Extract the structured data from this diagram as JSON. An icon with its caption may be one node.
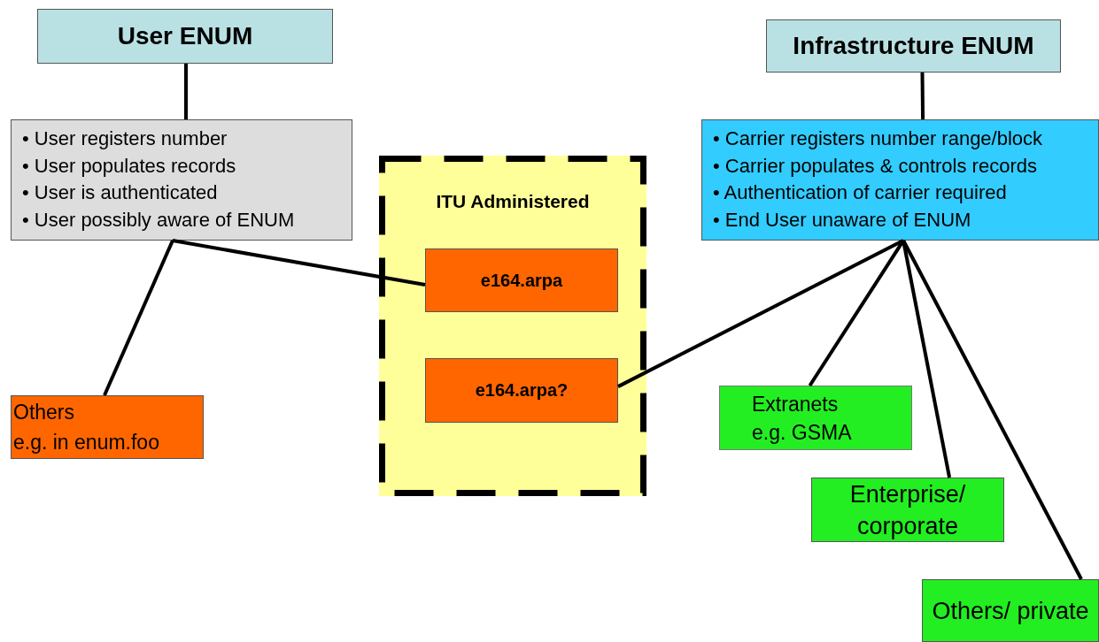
{
  "diagram": {
    "nodes": [
      {
        "text": [
          "User ENUM"
        ]
      },
      {
        "text": [
          "• User registers number",
          "• User populates records",
          "• User is authenticated",
          "• User possibly aware of ENUM"
        ]
      },
      {
        "text": [
          "ITU Administered"
        ]
      },
      {
        "text": [
          "e164.arpa"
        ],
        "in": 2
      },
      {
        "text": [
          "e164.arpa?"
        ],
        "in": 2
      },
      {
        "text": [
          "Others",
          "e.g. in enum.foo"
        ]
      },
      {
        "text": [
          "Infrastructure ENUM"
        ]
      },
      {
        "text": [
          "• Carrier registers number range/block",
          "• Carrier populates & controls records",
          "• Authentication of carrier required",
          "• End User unaware of ENUM"
        ]
      },
      {
        "text": [
          "Extranets",
          "e.g. GSMA"
        ]
      },
      {
        "text": [
          "Enterprise/ corporate"
        ]
      },
      {
        "text": [
          "Others/ private"
        ]
      }
    ],
    "edges": [
      {
        "from": 0,
        "to": 1,
        "arrow": "none"
      },
      {
        "from": 1,
        "to": 3,
        "arrow": "none"
      },
      {
        "from": 1,
        "to": 5,
        "arrow": "none"
      },
      {
        "from": 6,
        "to": 7,
        "arrow": "none"
      },
      {
        "from": 7,
        "to": 4,
        "arrow": "none"
      },
      {
        "from": 7,
        "to": 8,
        "arrow": "none"
      },
      {
        "from": 7,
        "to": 9,
        "arrow": "none"
      },
      {
        "from": 7,
        "to": 10,
        "arrow": "none"
      }
    ]
  }
}
